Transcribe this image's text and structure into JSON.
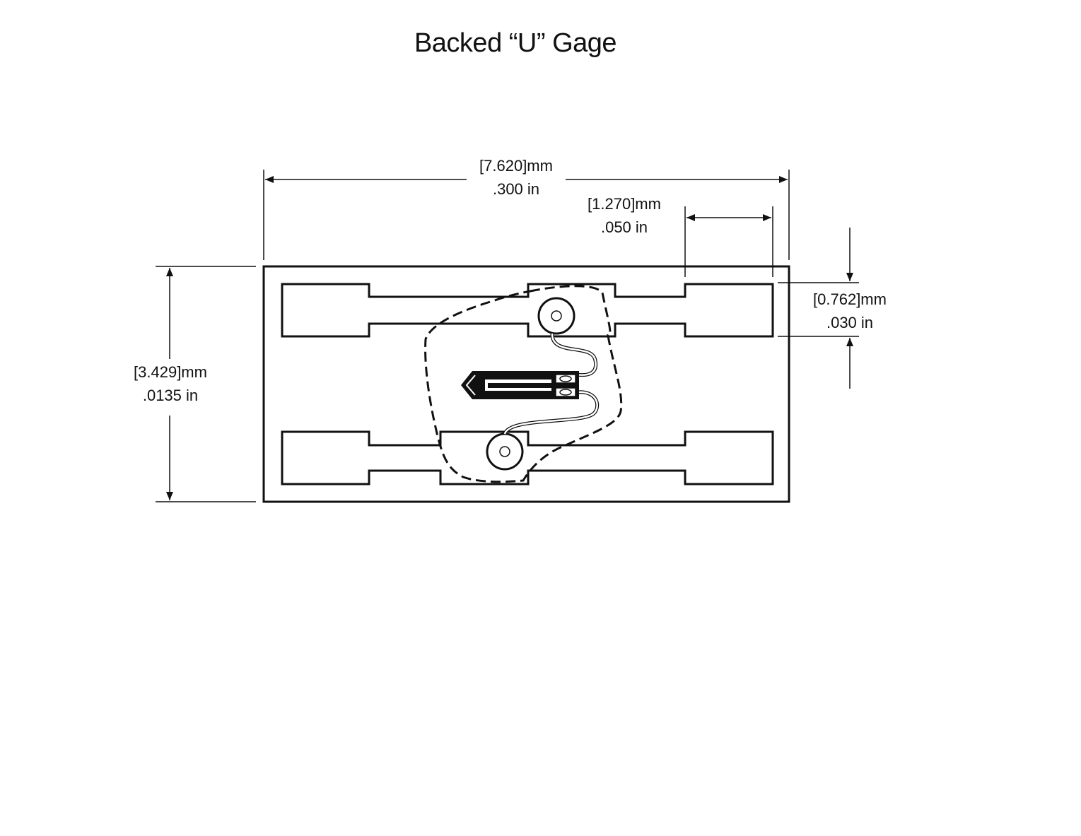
{
  "title": "Backed “U” Gage",
  "dimensions": {
    "overall_length": {
      "mm": "[7.620]mm",
      "in": ".300 in"
    },
    "pad_length": {
      "mm": "[1.270]mm",
      "in": ".050 in"
    },
    "pad_width": {
      "mm": "[0.762]mm",
      "in": ".030 in"
    },
    "overall_height": {
      "mm": "[3.429]mm",
      "in": ".0135 in"
    }
  },
  "colors": {
    "ink": "#111111",
    "background": "#ffffff"
  }
}
